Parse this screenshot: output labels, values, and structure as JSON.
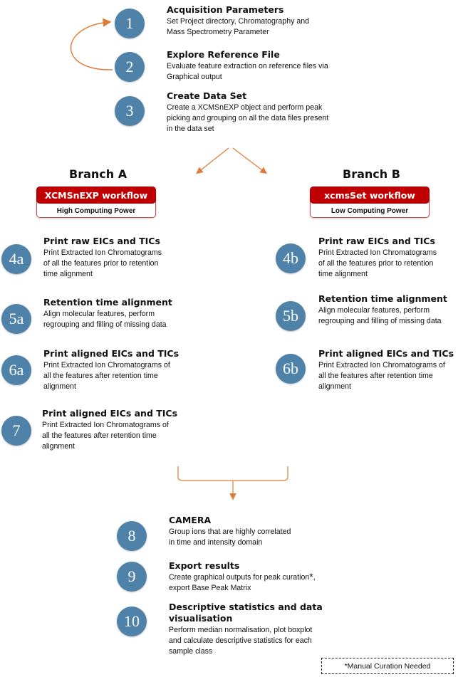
{
  "colors": {
    "circle": "#4e82a8",
    "arrow": "#e07b39",
    "workflow_header": "#c00000",
    "workflow_border": "#c0504d"
  },
  "steps_top": [
    {
      "num": "1",
      "title": "Acquisition Parameters",
      "desc": [
        "Set Project directory,  Chromatography and",
        "Mass Spectrometry Parameter"
      ]
    },
    {
      "num": "2",
      "title": "Explore Reference File",
      "desc": [
        "Evaluate feature extraction on reference files via",
        "Graphical output"
      ]
    },
    {
      "num": "3",
      "title": "Create Data Set",
      "desc": [
        "Create a XCMSnEXP object and perform peak",
        "picking and grouping on all the data files present",
        "in the data set"
      ]
    }
  ],
  "branch_a": {
    "title": "Branch A",
    "workflow": "XCMSnEXP workflow",
    "power": "High Computing Power",
    "steps": [
      {
        "num": "4a",
        "title": "Print raw EICs and TICs",
        "desc": [
          "Print Extracted Ion Chromatograms",
          "of all the features prior to retention",
          "time alignment"
        ]
      },
      {
        "num": "5a",
        "title": "Retention time alignment",
        "desc": [
          "Align molecular features, perform",
          "regrouping and filling of missing data"
        ]
      },
      {
        "num": "6a",
        "title": "Print aligned EICs and TICs",
        "desc": [
          "Print Extracted Ion Chromatograms of",
          "all the features after retention time",
          "alignment"
        ]
      },
      {
        "num": "7",
        "title": "Print aligned EICs and TICs",
        "desc": [
          "Print Extracted Ion Chromatograms of",
          "all the features after retention time",
          "alignment"
        ]
      }
    ]
  },
  "branch_b": {
    "title": "Branch B",
    "workflow": "xcmsSet workflow",
    "power": "Low Computing Power",
    "steps": [
      {
        "num": "4b",
        "title": "Print raw EICs and TICs",
        "desc": [
          "Print Extracted Ion Chromatograms",
          "of all the features prior to retention",
          "time alignment"
        ]
      },
      {
        "num": "5b",
        "title": "Retention time alignment",
        "desc": [
          "Align molecular features, perform",
          "regrouping and filling of missing data"
        ]
      },
      {
        "num": "6b",
        "title": "Print aligned EICs and TICs",
        "desc": [
          "Print Extracted Ion Chromatograms of",
          "all the features after retention time",
          "alignment"
        ]
      }
    ]
  },
  "steps_bottom": [
    {
      "num": "8",
      "title": "CAMERA",
      "desc": [
        "Group ions that are highly correlated",
        "in time and intensity domain"
      ]
    },
    {
      "num": "9",
      "title": "Export results",
      "desc": [
        "Create graphical outputs for peak curation",
        "export Base Peak Matrix"
      ],
      "marker": "*"
    },
    {
      "num": "10",
      "title": "Descriptive statistics and data visualisation",
      "desc": [
        "Perform median normalisation, plot boxplot",
        "and calculate descriptive statistics for each",
        "sample class"
      ]
    }
  ],
  "note": "*Manual Curation Needed"
}
